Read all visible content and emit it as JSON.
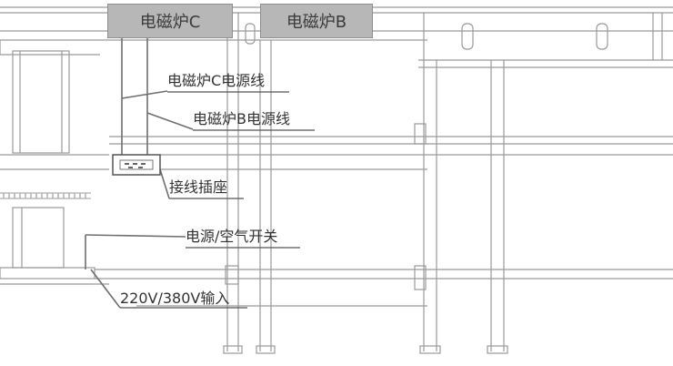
{
  "headers": {
    "cooker_c": "电磁炉C",
    "cooker_b": "电磁炉B"
  },
  "labels": {
    "power_line_c": "电磁炉C电源线",
    "power_line_b": "电磁炉B电源线",
    "socket": "接线插座",
    "switch": "电源/空气开关",
    "input": "220V/380V输入"
  },
  "colors": {
    "line": "#8f8f8f",
    "text": "#333333",
    "header_fill": "#b7b7b7"
  }
}
